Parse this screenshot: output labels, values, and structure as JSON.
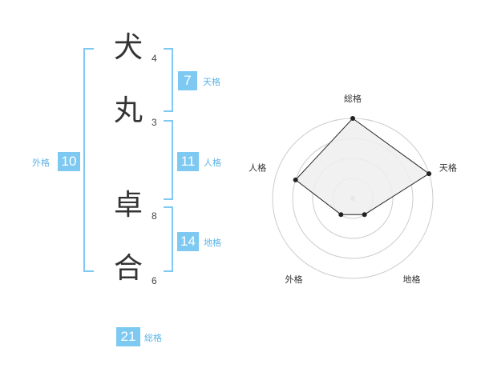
{
  "name": {
    "chars": [
      {
        "char": "犬",
        "strokes": "4"
      },
      {
        "char": "丸",
        "strokes": "3"
      },
      {
        "char": "卓",
        "strokes": "8"
      },
      {
        "char": "合",
        "strokes": "6"
      }
    ]
  },
  "kakusu": {
    "tenkaku": {
      "value": "7",
      "label": "天格"
    },
    "jinkaku": {
      "value": "11",
      "label": "人格"
    },
    "chikaku": {
      "value": "14",
      "label": "地格"
    },
    "gaikaku": {
      "value": "10",
      "label": "外格"
    },
    "soukaku": {
      "value": "21",
      "label": "総格"
    }
  },
  "radar": {
    "axes": [
      "総格",
      "天格",
      "地格",
      "外格",
      "人格"
    ],
    "values": [
      4,
      4,
      1,
      1,
      3
    ],
    "max": 4,
    "rings": 4,
    "colors": {
      "ring": "#cccccc",
      "fill": "#eeeeee",
      "line": "#222222",
      "center": "#bbbbbb"
    }
  }
}
